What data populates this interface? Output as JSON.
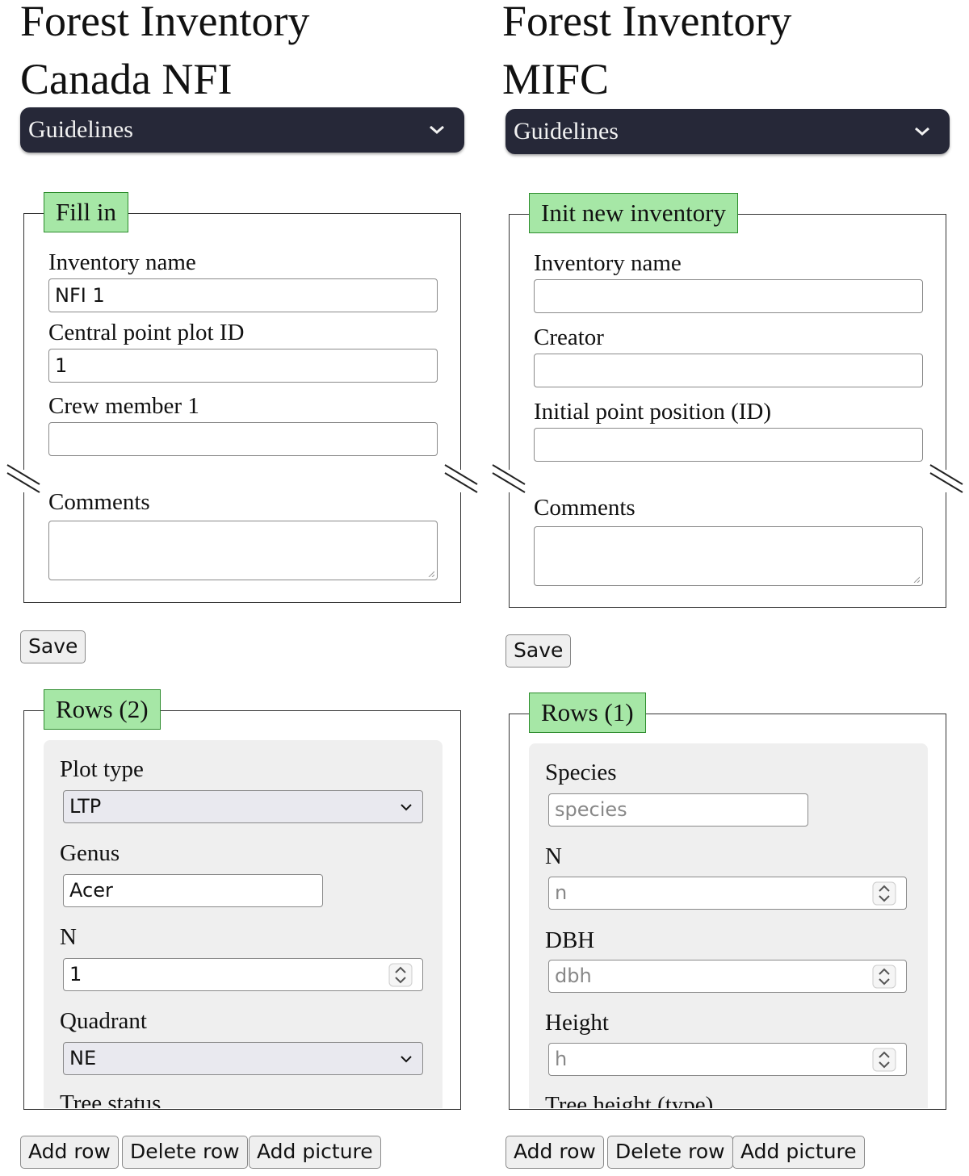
{
  "left": {
    "title_line1": "Forest Inventory",
    "title_line2": "Canada NFI",
    "guidelines_label": "Guidelines",
    "form": {
      "legend": "Fill in",
      "fields": [
        {
          "label": "Inventory name",
          "value": "NFI 1"
        },
        {
          "label": "Central point plot ID",
          "value": "1"
        },
        {
          "label": "Crew member 1",
          "value": ""
        }
      ],
      "comments_label": "Comments",
      "comments_value": ""
    },
    "save_label": "Save",
    "rows": {
      "legend": "Rows (2)",
      "plot_type_label": "Plot type",
      "plot_type_value": "LTP",
      "genus_label": "Genus",
      "genus_value": "Acer",
      "n_label": "N",
      "n_value": "1",
      "quadrant_label": "Quadrant",
      "quadrant_value": "NE",
      "next_label": "Tree status"
    },
    "buttons": {
      "add_row": "Add row",
      "delete_row": "Delete row",
      "add_picture": "Add picture"
    }
  },
  "right": {
    "title_line1": "Forest Inventory",
    "title_line2": "MIFC",
    "guidelines_label": "Guidelines",
    "form": {
      "legend": "Init new inventory",
      "fields": [
        {
          "label": "Inventory name",
          "value": ""
        },
        {
          "label": "Creator",
          "value": ""
        },
        {
          "label": "Initial point position (ID)",
          "value": ""
        }
      ],
      "comments_label": "Comments",
      "comments_value": ""
    },
    "save_label": "Save",
    "rows": {
      "legend": "Rows (1)",
      "species_label": "Species",
      "species_placeholder": "species",
      "n_label": "N",
      "n_placeholder": "n",
      "dbh_label": "DBH",
      "dbh_placeholder": "dbh",
      "height_label": "Height",
      "height_placeholder": "h",
      "next_label": "Tree height (type)"
    },
    "buttons": {
      "add_row": "Add row",
      "delete_row": "Delete row",
      "add_picture": "Add picture"
    }
  },
  "colors": {
    "guidelines_bg": "#262838",
    "legend_bg": "#a6e7a6",
    "card_bg": "#efefef"
  }
}
